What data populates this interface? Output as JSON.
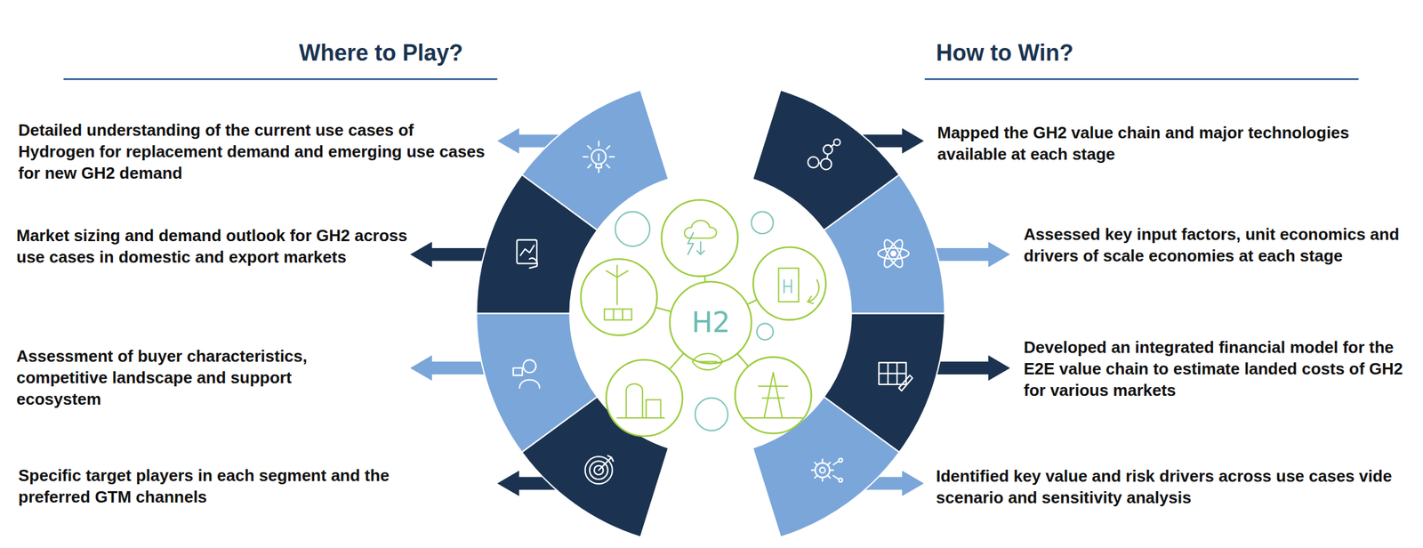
{
  "diagram": {
    "labels": [
      "Where to Play?",
      "Detailed understanding of the current use cases of Hydrogen for replacement demand and emerging use cases for new GH2 demand",
      "Market sizing and demand outlook for GH2 across use cases in domestic and export markets",
      "Assessment of buyer characteristics, competitive landscape and support ecosystem",
      "Specific target players in each segment and the preferred GTM channels",
      "How to Win?",
      "Mapped the GH2 value chain and major technologies available at each stage",
      "Assessed key input factors, unit economics and drivers of scale economies at each stage",
      "Developed an integrated financial model for the E2E value chain to estimate landed costs of GH2 for various markets",
      "Identified key value and risk drivers across use cases vide scenario and sensitivity analysis",
      "H2"
    ]
  }
}
